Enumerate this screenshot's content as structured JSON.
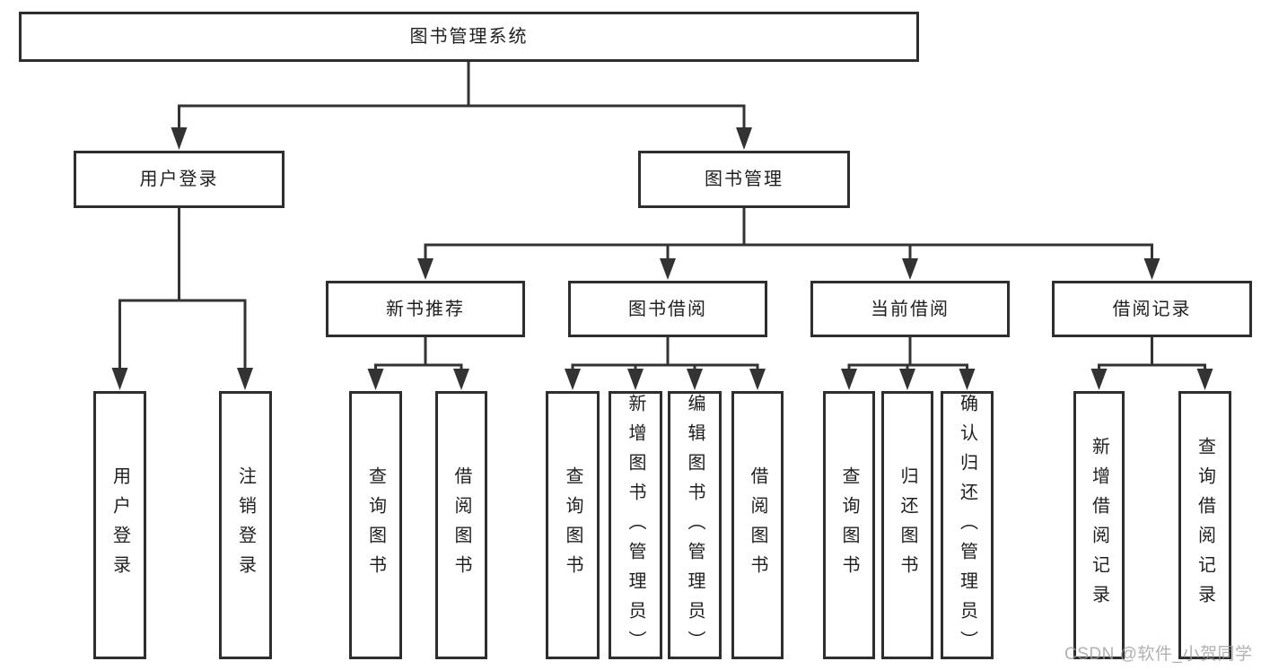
{
  "diagram": {
    "title_node": {
      "label": "图书管理系统"
    },
    "branches": [
      {
        "label": "用户登录"
      },
      {
        "label": "图书管理"
      }
    ],
    "modules": [
      {
        "label": "新书推荐"
      },
      {
        "label": "图书借阅"
      },
      {
        "label": "当前借阅"
      },
      {
        "label": "借阅记录"
      }
    ],
    "leaves": [
      {
        "label": "用户登录"
      },
      {
        "label": "注销登录"
      },
      {
        "label": "查询图书"
      },
      {
        "label": "借阅图书"
      },
      {
        "label": "查询图书"
      },
      {
        "label": "新增图书（管理员）"
      },
      {
        "label": "编辑图书（管理员）"
      },
      {
        "label": "借阅图书"
      },
      {
        "label": "查询图书"
      },
      {
        "label": "归还图书"
      },
      {
        "label": "确认归还（管理员）"
      },
      {
        "label": "新增借阅记录"
      },
      {
        "label": "查询借阅记录"
      }
    ]
  },
  "watermark": {
    "text": "CSDN @软件_小贺同学"
  },
  "theme": {
    "line": "#333333",
    "box-border": "#2e2e2e",
    "box-bg": "#ffffff",
    "text": "#1f1f1f",
    "watermark": "#9e9e9e",
    "bg": "#ffffff"
  }
}
